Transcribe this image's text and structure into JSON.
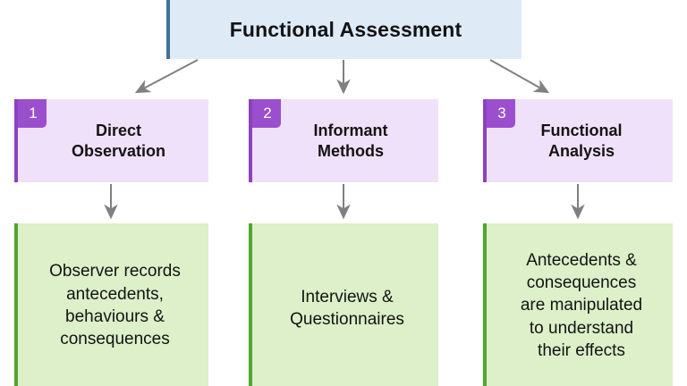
{
  "diagram": {
    "title": "Functional Assessment",
    "header": {
      "label": "Functional Assessment",
      "fill_color": "#dfeaf7",
      "accent_color": "#41719c"
    },
    "columns": [
      {
        "number": "1",
        "method_label": "Direct\nObservation",
        "description": "Observer records\nantecedents,\nbehaviours &\nconsequences",
        "method_fill": "#f0e1fa",
        "method_accent": "#8c42c0",
        "badge_color": "#9b4fcf",
        "description_fill": "#ddf0c9",
        "description_accent": "#4ea72e"
      },
      {
        "number": "2",
        "method_label": "Informant\nMethods",
        "description": "Interviews &\nQuestionnaires",
        "method_fill": "#f0e1fa",
        "method_accent": "#8c42c0",
        "badge_color": "#9b4fcf",
        "description_fill": "#ddf0c9",
        "description_accent": "#4ea72e"
      },
      {
        "number": "3",
        "method_label": "Functional\nAnalysis",
        "description": "Antecedents &\nconsequences\nare manipulated\nto understand\ntheir effects",
        "method_fill": "#f0e1fa",
        "method_accent": "#8c42c0",
        "badge_color": "#9b4fcf",
        "description_fill": "#ddf0c9",
        "description_accent": "#4ea72e"
      }
    ],
    "connectors": {
      "color": "#808080",
      "names": [
        "arrow-header-to-col1",
        "arrow-header-to-col2",
        "arrow-header-to-col3",
        "arrow-col1-method-to-description",
        "arrow-col2-method-to-description",
        "arrow-col3-method-to-description"
      ]
    }
  }
}
